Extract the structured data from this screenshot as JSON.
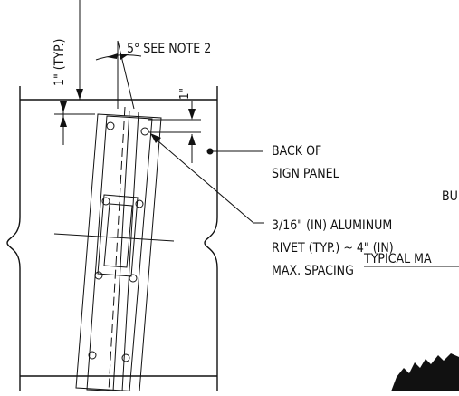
{
  "labels": {
    "top_dim": "1\" (TYP.)",
    "angle_note": "5° SEE NOTE 2",
    "side_dim": "1\"",
    "back_line1": "BACK OF",
    "back_line2": "SIGN PANEL",
    "partial_bu": "BU",
    "rivet_line1": "3/16\" (IN) ALUMINUM",
    "rivet_line2": "RIVET (TYP.) ~ 4\" (IN)",
    "rivet_line3": "MAX. SPACING",
    "caption_partial": "TYPICAL MA"
  },
  "colors": {
    "ink": "#111111",
    "background": "#ffffff"
  }
}
